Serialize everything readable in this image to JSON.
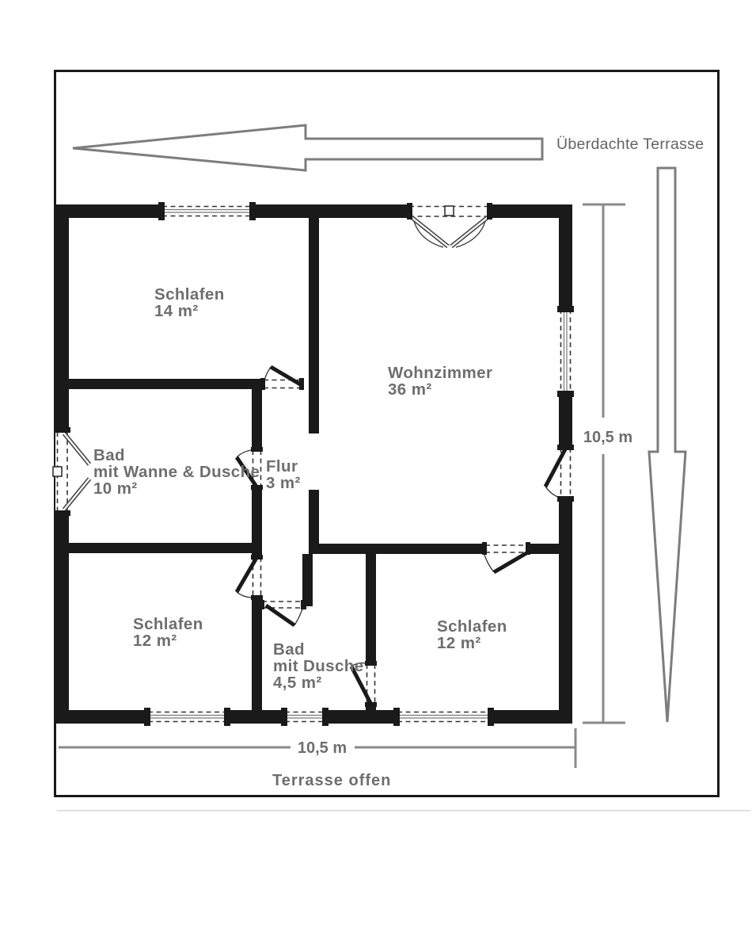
{
  "annotations": {
    "covered_terrace": "Überdachte Terrasse",
    "open_terrace": "Terrasse offen"
  },
  "dimensions": {
    "width_label": "10,5 m",
    "height_label": "10,5 m"
  },
  "rooms": [
    {
      "id": "schlafen-14",
      "lines": [
        "Schlafen",
        "14 m²"
      ]
    },
    {
      "id": "wohnzimmer",
      "lines": [
        "Wohnzimmer",
        "36 m²"
      ]
    },
    {
      "id": "bad-wanne-dusche",
      "lines": [
        "Bad",
        "mit Wanne & Dusche",
        "10 m²"
      ]
    },
    {
      "id": "flur",
      "lines": [
        "Flur",
        "3 m²"
      ]
    },
    {
      "id": "schlafen-12-links",
      "lines": [
        "Schlafen",
        "12 m²"
      ]
    },
    {
      "id": "bad-mit-dusche",
      "lines": [
        "Bad",
        "mit Dusche",
        "4,5 m²"
      ]
    },
    {
      "id": "schlafen-12-rechts",
      "lines": [
        "Schlafen",
        "12 m²"
      ]
    }
  ],
  "colors": {
    "wall": "#1a1a1a",
    "label": "#6e6e6e",
    "arrow_outline": "#7d7d7d",
    "dimension_line": "#8a8a8a"
  }
}
